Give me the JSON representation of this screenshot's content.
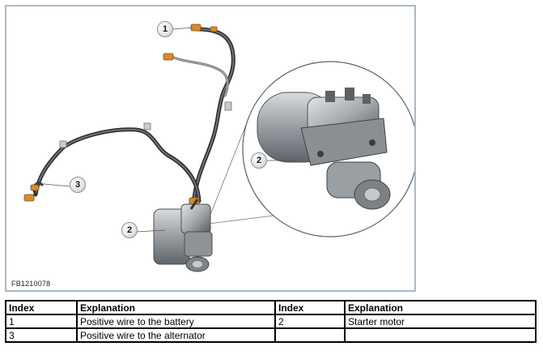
{
  "figure": {
    "code": "FB1210078",
    "callouts": [
      {
        "id": "1"
      },
      {
        "id": "2"
      },
      {
        "id": "3"
      },
      {
        "id": "2"
      }
    ]
  },
  "legend_table": {
    "headers": [
      "Index",
      "Explanation",
      "Index",
      "Explanation"
    ],
    "rows": [
      [
        "1",
        "Positive wire to the battery",
        "2",
        "Starter motor"
      ],
      [
        "3",
        "Positive wire to the alternator",
        "",
        ""
      ]
    ]
  }
}
